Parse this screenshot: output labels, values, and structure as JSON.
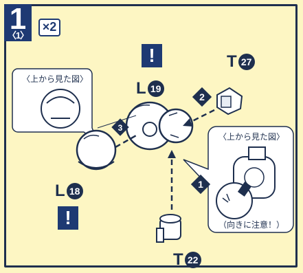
{
  "step": {
    "number": "1",
    "sub_number": "〈1〉",
    "multiplier": "×2"
  },
  "warnings": {
    "top": "!",
    "bottom": "!"
  },
  "labels": {
    "T27": {
      "letter": "T",
      "num": "27"
    },
    "L19": {
      "letter": "L",
      "num": "19"
    },
    "L18": {
      "letter": "L",
      "num": "18"
    },
    "T22": {
      "letter": "T",
      "num": "22"
    }
  },
  "callouts": {
    "left_view": "〈上から見た図〉",
    "right_view": "〈上から見た図〉",
    "right_note": "（向きに注意！）"
  },
  "arrows": {
    "first": "1",
    "second": "2",
    "third": "3"
  },
  "colors": {
    "background": "#fdf6c3",
    "navy": "#1e3a73",
    "ink": "#1e2f4e"
  }
}
